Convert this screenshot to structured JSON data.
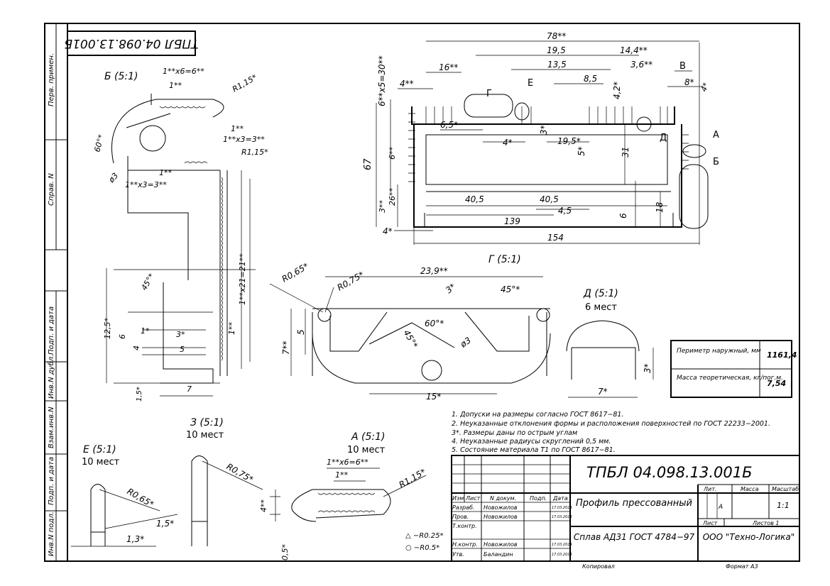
{
  "drawing": {
    "stamp_top": "ТПБЛ 04.098.13.001Б",
    "side_labels": [
      "Перв. примен.",
      "Справ. N",
      "Подп. и дата",
      "Инв.N дубл.",
      "Взам.инв.N",
      "Подп. и дата",
      "Инв.N подл."
    ],
    "views": {
      "b": {
        "title": "Б (5:1)",
        "dims": [
          "1**x6=6**",
          "1**",
          "R1,15*",
          "60°*",
          "ø3",
          "1**",
          "1**x3=3**",
          "R1,15*",
          "1**",
          "1**x3=3**",
          "1**x21=21**",
          "1**",
          "45°*",
          "12,5*",
          "6",
          "4",
          "1*",
          "3*",
          "5",
          "7",
          "1,5*"
        ]
      },
      "main": {
        "dims": [
          "78**",
          "19,5",
          "14,4**",
          "13,5",
          "3,6**",
          "16**",
          "4**",
          "8,5",
          "4,2*",
          "8*",
          "4*",
          "6**x5=30**",
          "6,5*",
          "4*",
          "3*",
          "19,5*",
          "5*",
          "31",
          "67",
          "6**",
          "26**",
          "3**",
          "40,5",
          "40,5",
          "4,5",
          "139",
          "6",
          "18",
          "4*",
          "154"
        ],
        "letters": [
          "Г",
          "Е",
          "В",
          "Д",
          "А",
          "Б"
        ]
      },
      "g": {
        "title": "Г (5:1)",
        "dims": [
          "R0,65*",
          "R0,75*",
          "23,9**",
          "3*",
          "45°*",
          "7**",
          "5",
          "60°*",
          "45°*",
          "ø3",
          "15*"
        ]
      },
      "d": {
        "title": "Д (5:1)",
        "subtitle": "6 мест",
        "dims": [
          "3*",
          "7*"
        ]
      },
      "e": {
        "title": "Е (5:1)",
        "subtitle": "10 мест",
        "dims": [
          "R0,65*",
          "1,5*",
          "1,3*"
        ]
      },
      "z": {
        "title": "З (5:1)",
        "subtitle": "10 мест",
        "dims": [
          "R0,75*"
        ]
      },
      "a": {
        "title": "А (5:1)",
        "subtitle": "10 мест",
        "dims": [
          "1**x6=6**",
          "1**",
          "R1,15*",
          "4**",
          "0,5*"
        ]
      }
    },
    "legend": [
      "△ −R0.25*",
      "○ −R0.5*"
    ],
    "properties": [
      {
        "label": "Периметр наружный, мм",
        "value": "1161,4"
      },
      {
        "label": "Масса теоретическая, кг/пог.м.",
        "value": "7,54"
      }
    ],
    "notes": [
      "1. Допуски на размеры согласно ГОСТ 8617−81.",
      "2. Неуказанные отклонения формы и расположения поверхностей по ГОСТ 22233−2001.",
      "3*. Размеры даны по острым углам",
      "4. Неуказанные радиусы скруглений 0,5 мм.",
      "5. Состояние материала Т1 по ГОСТ 8617−81."
    ],
    "title_block": {
      "designation": "ТПБЛ 04.098.13.001Б",
      "name": "Профиль прессованный",
      "material": "Сплав АД31 ГОСТ 4784−97",
      "company": "ООО \"Техно-Логика\"",
      "head": [
        "Изм",
        "Лист",
        "N докум.",
        "Подп.",
        "Дата"
      ],
      "rows": [
        {
          "role": "Разраб.",
          "name": "Новожилов",
          "date": "17.03.2014"
        },
        {
          "role": "Пров.",
          "name": "Новожилов",
          "date": "17.03.2014"
        },
        {
          "role": "Т.контр.",
          "name": "",
          "date": ""
        },
        {
          "role": "Н.контр.",
          "name": "Новожилов",
          "date": "17.03.2014"
        },
        {
          "role": "Утв.",
          "name": "Баландин",
          "date": "17.03.2014"
        }
      ],
      "lit_label": "Лит.",
      "lit_value": "А",
      "mass_label": "Масса",
      "scale_label": "Масштаб",
      "scale_value": "1:1",
      "sheet_label": "Лист",
      "sheets_label": "Листов 1",
      "copied": "Копировал",
      "format": "Формат А3"
    }
  }
}
